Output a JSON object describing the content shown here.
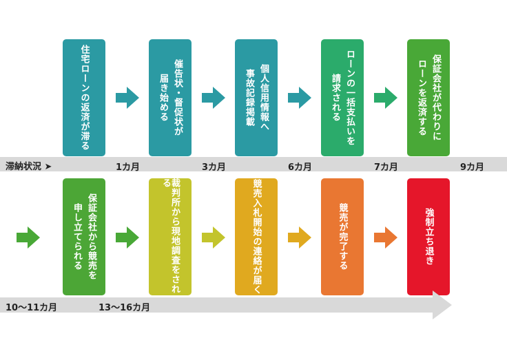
{
  "status_label": "滞納状況 ➤",
  "top_row": [
    {
      "lines": [
        "住宅ローンの返済が滞る"
      ],
      "color": "#2b9aa3"
    },
    {
      "lines": [
        "催告状・督促状が",
        "届き始める"
      ],
      "color": "#2b9aa3"
    },
    {
      "lines": [
        "個人信用情報へ",
        "事故記録掲載"
      ],
      "color": "#2b9aa3"
    },
    {
      "lines": [
        "ローンの一括支払いを",
        "請求される"
      ],
      "color": "#2bab6b"
    },
    {
      "lines": [
        "保証会社が代わりに",
        "ローンを返済する"
      ],
      "color": "#49a837"
    }
  ],
  "top_times": [
    "1カ月",
    "3カ月",
    "6カ月",
    "7カ月",
    "9カ月"
  ],
  "bottom_row": [
    {
      "lines": [
        "保証会社から競売を",
        "申し立てられる"
      ],
      "color": "#4ca636"
    },
    {
      "lines": [
        "裁判所から現地調査をされる"
      ],
      "color": "#c3c42c"
    },
    {
      "lines": [
        "競売入札開始の連絡が届く"
      ],
      "color": "#e0a91f"
    },
    {
      "lines": [
        "競売が完了する"
      ],
      "color": "#e97732"
    },
    {
      "lines": [
        "強制立ち退き"
      ],
      "color": "#e5162a"
    }
  ],
  "bottom_times": [
    "10〜11カ月",
    "13〜16カ月"
  ],
  "arrow_colors": {
    "top": [
      "#2b9aa3",
      "#2b9aa3",
      "#2b9aa3",
      "#2bab6b"
    ],
    "bottom": [
      "#49a837",
      "#49a837",
      "#c3c42c",
      "#e0a91f",
      "#e97732"
    ]
  },
  "bar_color": "#d9d9d9"
}
